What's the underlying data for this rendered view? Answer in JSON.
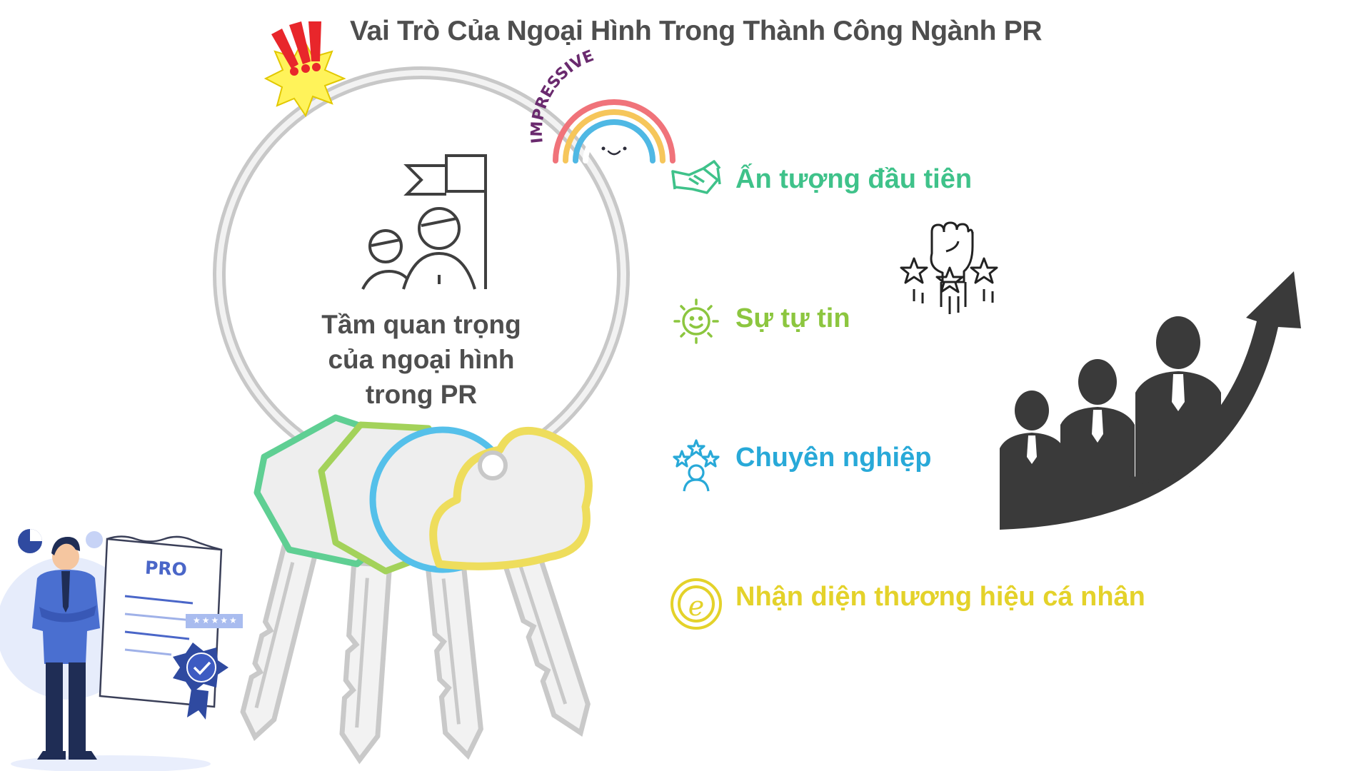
{
  "title": "Vai Trò Của Ngoại Hình Trong Thành Công Ngành PR",
  "center": {
    "label_lines": [
      "Tầm quan trọng",
      "của ngoại hình",
      "trong PR"
    ]
  },
  "items": [
    {
      "label": "Ấn tượng đầu tiên",
      "color": "#3fc28a",
      "icon": "handshake-icon"
    },
    {
      "label": "Sự tự tin",
      "color": "#8cc63f",
      "icon": "smiling-sun-icon"
    },
    {
      "label": "Chuyên nghiệp",
      "color": "#28a9d8",
      "icon": "person-stars-icon"
    },
    {
      "label": "Nhận diện thương hiệu cá nhân",
      "color": "#e4d22a",
      "icon": "brand-e-icon"
    }
  ],
  "stickers": {
    "impressive": "IMPRESSIVE",
    "pro_badge": "PRO",
    "rating": "★★★★★"
  },
  "colors": {
    "ring": "#cccccc",
    "title": "#4e4e4e",
    "key_fill": "#efefef"
  }
}
